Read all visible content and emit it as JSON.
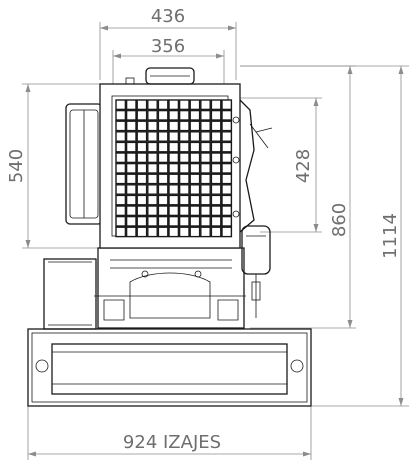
{
  "drawing": {
    "dimensions": {
      "top_outer": "436",
      "top_inner": "356",
      "left_height": "540",
      "right_inner": "428",
      "right_middle": "860",
      "right_outer": "1114",
      "bottom_width": "924 IZAJES"
    },
    "colors": {
      "line": "#1a1a1a",
      "dimension": "#8c8c8c",
      "text": "#6f6f6f",
      "background": "#ffffff"
    }
  }
}
